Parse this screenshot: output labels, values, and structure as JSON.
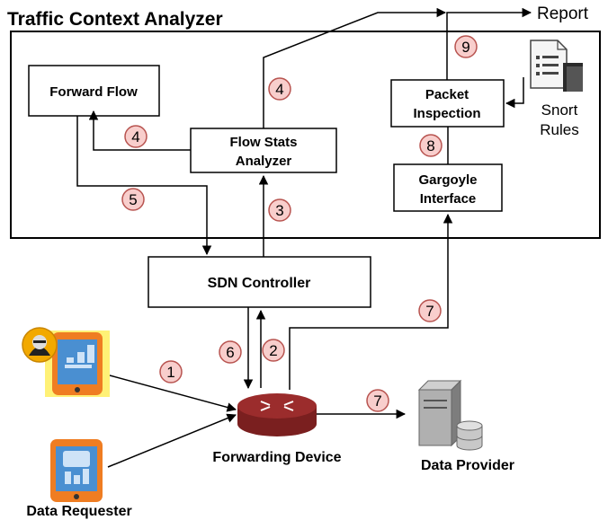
{
  "title": "Traffic Context Analyzer",
  "nodes": {
    "forward_flow": "Forward Flow",
    "flow_stats_line1": "Flow Stats",
    "flow_stats_line2": "Analyzer",
    "packet_inspection_line1": "Packet",
    "packet_inspection_line2": "Inspection",
    "gargoyle_line1": "Gargoyle",
    "gargoyle_line2": "Interface",
    "sdn_controller": "SDN Controller",
    "forwarding_device": "Forwarding Device",
    "data_provider": "Data Provider",
    "data_requester": "Data Requester",
    "snort_line1": "Snort",
    "snort_line2": "Rules",
    "report": "Report"
  },
  "steps": [
    "1",
    "2",
    "3",
    "4",
    "4",
    "5",
    "6",
    "7",
    "7",
    "8",
    "9"
  ],
  "colors": {
    "step_fill": "#f8cecc",
    "step_stroke": "#b85450",
    "phone_body": "#ef7d22",
    "phone_screen": "#4a8fd1",
    "highlight": "#fff176",
    "attacker_badge": "#f2a900",
    "server_gray": "#9e9e9e",
    "router_red": "#9b2c2c"
  },
  "icons": [
    "phone-icon",
    "attacker-icon",
    "router-icon",
    "server-icon",
    "database-icon",
    "document-icon"
  ]
}
